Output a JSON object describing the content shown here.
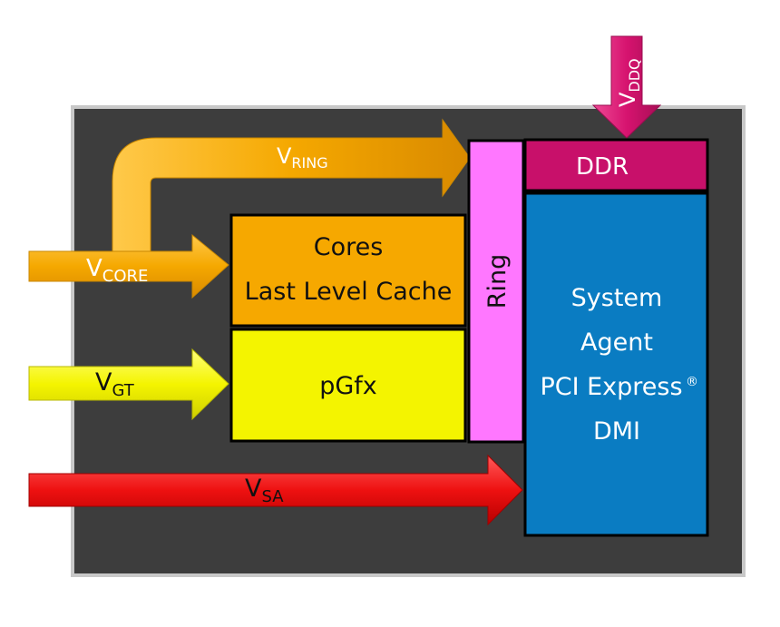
{
  "blocks": {
    "cores_line1": "Cores",
    "cores_line2": "Last Level Cache",
    "pgfx": "pGfx",
    "ring": "Ring",
    "ddr": "DDR",
    "sa_line1": "System",
    "sa_line2": "Agent",
    "sa_line3": "PCI Express",
    "sa_line3_mark": "®",
    "sa_line4": "DMI"
  },
  "rails": {
    "ring": {
      "main": "V",
      "sub": "RING"
    },
    "core": {
      "main": "V",
      "sub": "CORE"
    },
    "gt": {
      "main": "V",
      "sub": "GT"
    },
    "sa": {
      "main": "V",
      "sub": "SA"
    },
    "ddq": {
      "main": "V",
      "sub": "DDQ"
    }
  },
  "colors": {
    "die": "#3d3d3d",
    "die_border": "#c8c8c8",
    "core_rail": "#f5a800",
    "gt_rail": "#f4f400",
    "sa_rail": "#ee1111",
    "ddq_rail": "#d6136f",
    "ring_block": "#ff77ff",
    "ddr_block": "#c8106a",
    "system_agent": "#0a7cc2"
  }
}
